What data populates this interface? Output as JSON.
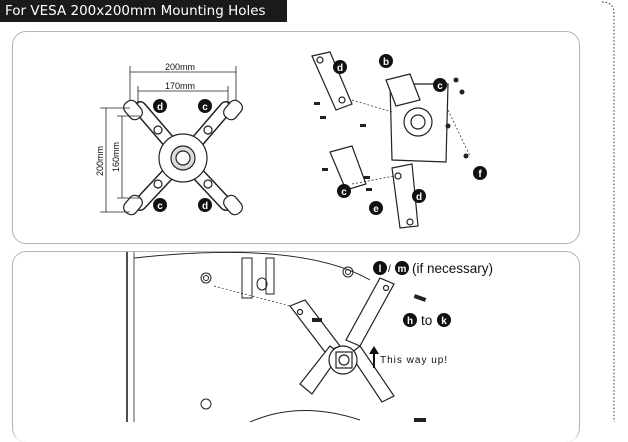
{
  "header": {
    "title": "For VESA 200x200mm Mounting Holes"
  },
  "dimensions": {
    "width_outer": "200mm",
    "width_inner": "170mm",
    "height_outer": "200mm",
    "height_inner": "160mm"
  },
  "callouts": {
    "b": "b",
    "c": "c",
    "d": "d",
    "e": "e",
    "f": "f",
    "h": "h",
    "k": "k",
    "l": "l",
    "m": "m"
  },
  "notes": {
    "if_necessary": "(if necessary)",
    "to": "to",
    "this_way_up": "This way up!"
  }
}
